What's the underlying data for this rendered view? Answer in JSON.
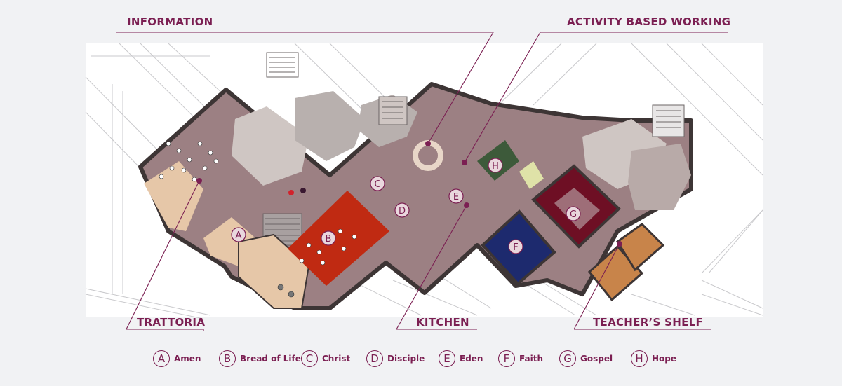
{
  "callouts": {
    "information": "INFORMATION",
    "activity_based_working": "ACTIVITY BASED WORKING",
    "trattoria": "TRATTORIA",
    "kitchen": "KITCHEN",
    "teachers_shelf": "TEACHER’S SHELF"
  },
  "room_markers": [
    "A",
    "B",
    "C",
    "D",
    "E",
    "F",
    "G",
    "H"
  ],
  "legend": [
    {
      "letter": "A",
      "name": "Amen"
    },
    {
      "letter": "B",
      "name": "Bread of Life"
    },
    {
      "letter": "C",
      "name": "Christ"
    },
    {
      "letter": "D",
      "name": "Disciple"
    },
    {
      "letter": "E",
      "name": "Eden"
    },
    {
      "letter": "F",
      "name": "Faith"
    },
    {
      "letter": "G",
      "name": "Gospel"
    },
    {
      "letter": "H",
      "name": "Hope"
    }
  ],
  "colors": {
    "accent": "#7b1f52",
    "floor": "#9c8083",
    "wall": "#3d3535",
    "zone_b": "#c02a12",
    "zone_f": "#1d2a6e",
    "zone_g": "#6e0f24",
    "zone_wood": "#c8844a",
    "zone_beige": "#e6c7a8"
  }
}
